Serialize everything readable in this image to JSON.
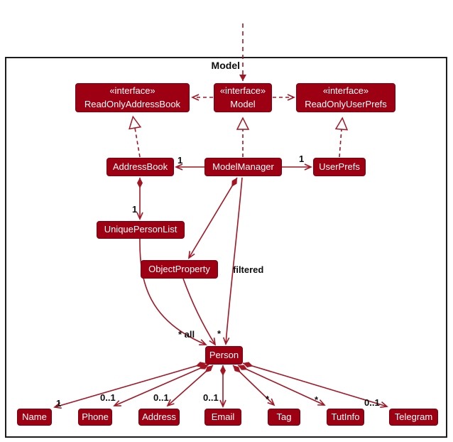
{
  "frame": {
    "label": "Model"
  },
  "colors": {
    "box_fill": "#9d0012",
    "edge": "#a31523",
    "box_text": "#ffffff",
    "label_text": "#0d0d0d",
    "frame_border": "#1c1c1c"
  },
  "nodes": {
    "read_only_address_book": {
      "stereotype": "«interface»",
      "name": "ReadOnlyAddressBook"
    },
    "model_interface": {
      "stereotype": "«interface»",
      "name": "Model"
    },
    "read_only_user_prefs": {
      "stereotype": "«interface»",
      "name": "ReadOnlyUserPrefs"
    },
    "address_book": {
      "name": "AddressBook"
    },
    "model_manager": {
      "name": "ModelManager"
    },
    "user_prefs": {
      "name": "UserPrefs"
    },
    "unique_person_list": {
      "name": "UniquePersonList"
    },
    "object_property": {
      "name": "ObjectProperty"
    },
    "person": {
      "name": "Person"
    },
    "attributes": [
      "Name",
      "Phone",
      "Address",
      "Email",
      "Tag",
      "TutInfo",
      "Telegram"
    ]
  },
  "edge_labels": {
    "model_manager_to_address_book": "1",
    "model_manager_to_user_prefs": "1",
    "address_book_to_unique_person_list": "1",
    "unique_person_list_to_person": "* all",
    "model_manager_to_person_multiplicity": "*",
    "model_manager_to_person_label": "filtered",
    "person_to_name": "1",
    "person_to_phone": "0..1",
    "person_to_address": "0..1",
    "person_to_email": "0..1",
    "person_to_tag": "*",
    "person_to_tutinfo": "*",
    "person_to_telegram": "0..1"
  }
}
